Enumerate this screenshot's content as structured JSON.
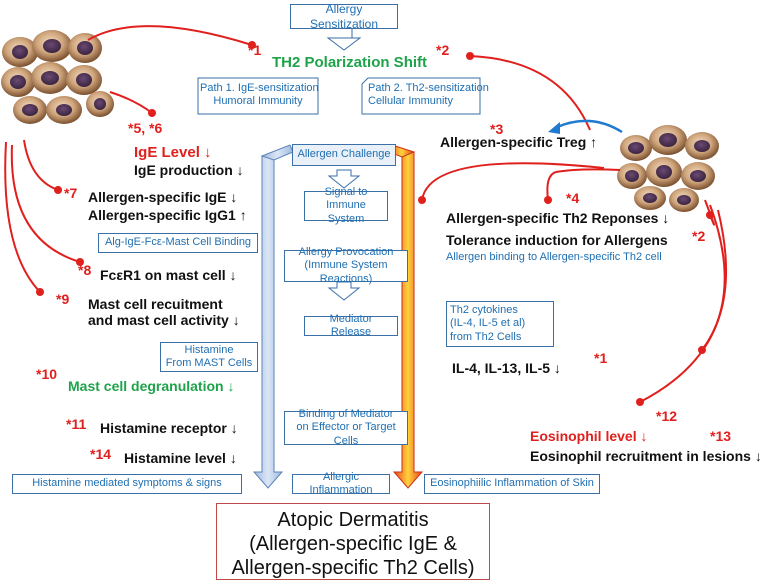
{
  "top_box": "Allergy Sensitization",
  "th2_shift": "TH2 Polarization Shift",
  "path1": [
    "Path 1. IgE-sensitization",
    "Humoral Immunity"
  ],
  "path2": [
    "Path 2. Th2-sensitization",
    "Cellular Immunity"
  ],
  "center_flow": {
    "allergen_challenge": "Allergen Challenge",
    "signal": [
      "Signal to",
      "Immune System"
    ],
    "provocation": [
      "Allergy Provocation",
      "(Immune System Reactions)"
    ],
    "mediator_release": "Mediator Release",
    "binding": [
      "Binding of Mediator",
      "on Effector or Target Cells"
    ],
    "allergic_inflammation": "Allergic Inflammation"
  },
  "left": {
    "star56": "*5, *6",
    "ige_level": "IgE Level ↓",
    "ige_production": "IgE production ↓",
    "star7": "*7",
    "allergen_ige": "Allergen-specific IgE ↓",
    "allergen_igg1": "Allergen-specific IgG1 ↑",
    "alg_binding": "Alg-IgE-Fcε-Mast Cell Binding",
    "star8": "*8",
    "fcer1": "FcεR1 on mast cell ↓",
    "star9": "*9",
    "mast_recruit": [
      "Mast cell recuitment",
      "and mast cell activity ↓"
    ],
    "histamine_box": [
      "Histamine",
      "From MAST Cells"
    ],
    "star10": "*10",
    "mast_degran": "Mast cell degranulation ↓",
    "star11": "*11",
    "histamine_receptor": "Histamine receptor ↓",
    "star14": "*14",
    "histamine_level": "Histamine level ↓",
    "histamine_symptoms": "Histamine mediated symptoms & signs"
  },
  "right": {
    "star1_top": "*1",
    "star2_top": "*2",
    "star3": "*3",
    "treg": "Allergen-specific Treg ↑",
    "star4": "*4",
    "th2_responses": "Allergen-specific Th2 Reponses ↓",
    "tolerance": "Tolerance induction for Allergens",
    "star2_right": "*2",
    "allergen_binding": "Allergen binding to Allergen-specific  Th2 cell",
    "th2_cytokines": [
      "Th2 cytokines",
      "(IL-4, IL-5 et al)",
      "from Th2 Cells"
    ],
    "il": "IL-4, IL-13, IL-5 ↓",
    "star1": "*1",
    "star12": "*12",
    "eos_level": "Eosinophil level ↓",
    "star13": "*13",
    "eos_recruit": "Eosinophil recruitment in lesions ↓",
    "eos_inflammation": "Eosinophiilic Inflammation of Skin"
  },
  "final": [
    "Atopic Dermatitis",
    "(Allergen-specific IgE &",
    "Allergen-specific Th2 Cells)"
  ],
  "colors": {
    "red": "#e0201d",
    "green": "#1fa34a",
    "blue": "#1f6fb2",
    "arrow_blue": "#b9cde8",
    "arrow_orange": "#f5a623"
  }
}
